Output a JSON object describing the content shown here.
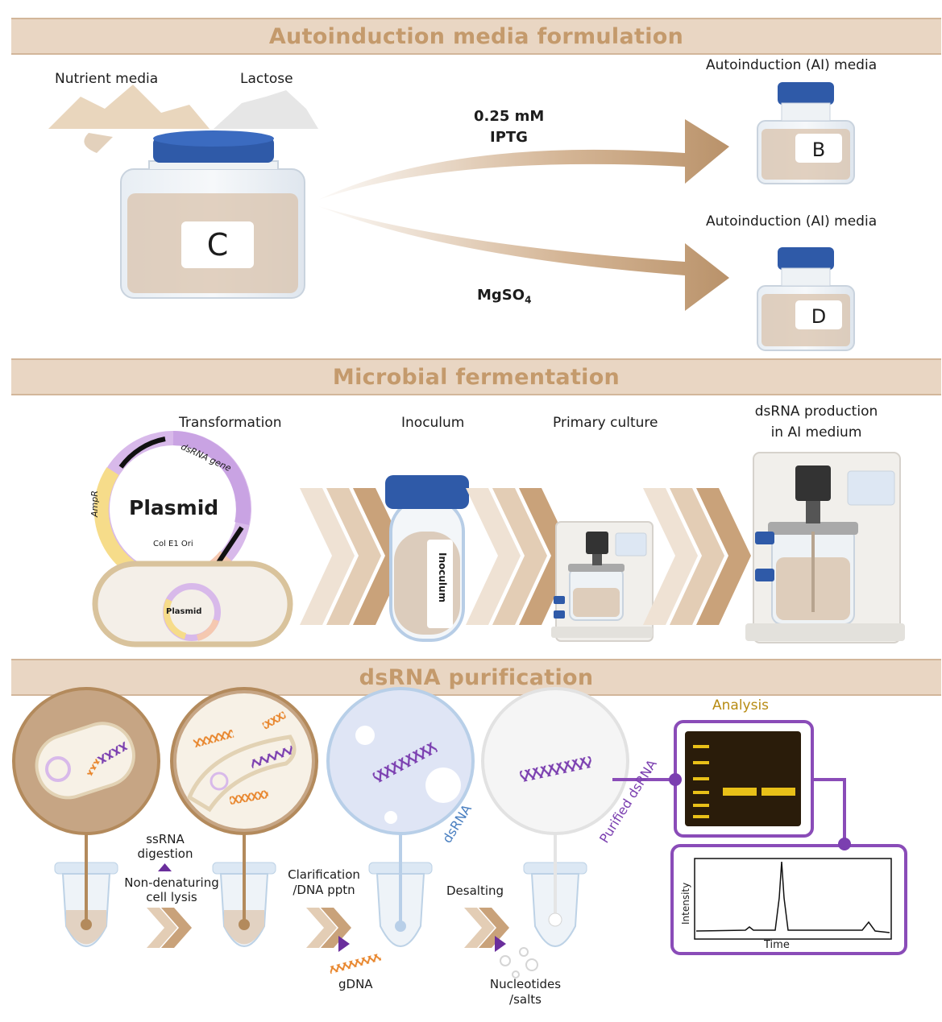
{
  "sections": {
    "formulation": "Autoinduction media formulation",
    "fermentation": "Microbial fermentation",
    "purification": "dsRNA purification"
  },
  "formulation": {
    "nutrient_media": "Nutrient media",
    "lactose": "Lactose",
    "bottle_c": "C",
    "bottle_b": "B",
    "bottle_d": "D",
    "ai_media_top": "Autoinduction (AI) media",
    "ai_media_bottom": "Autoinduction (AI) media",
    "iptg_conc": "0.25 mM",
    "iptg": "IPTG",
    "mgso4": "MgSO",
    "mgso4_sub": "4"
  },
  "fermentation": {
    "transformation": "Transformation",
    "plasmid": "Plasmid",
    "dsrna_gene": "dsRNA gene",
    "ampr": "AmpR",
    "col_e1": "Col E1 Ori",
    "cell_plasmid": "Plasmid",
    "inoculum": "Inoculum",
    "tube_label": "Inoculum",
    "primary_culture": "Primary culture",
    "production_line1": "dsRNA production",
    "production_line2": "in AI medium"
  },
  "purification": {
    "ssrna_line1": "ssRNA",
    "ssrna_line2": "digestion",
    "lysis_line1": "Non-denaturing",
    "lysis_line2": "cell lysis",
    "clar_line1": "Clarification",
    "clar_line2": "/DNA pptn",
    "gdna": "gDNA",
    "desalting": "Desalting",
    "nuc_line1": "Nucleotides",
    "nuc_line2": "/salts",
    "dsrna": "dsRNA",
    "purified_dsrna": "Purified dsRNA",
    "analysis": "Analysis",
    "intensity": "Intensity",
    "time": "Time"
  },
  "colors": {
    "banner_bg": "#e9d6c3",
    "banner_text": "#c49a6c",
    "arrow": "#c9a27a",
    "cap": "#2f5aa8",
    "dsrna": "#7b3fb0",
    "dna": "#e8862d",
    "analysis_text": "#b78b12"
  }
}
